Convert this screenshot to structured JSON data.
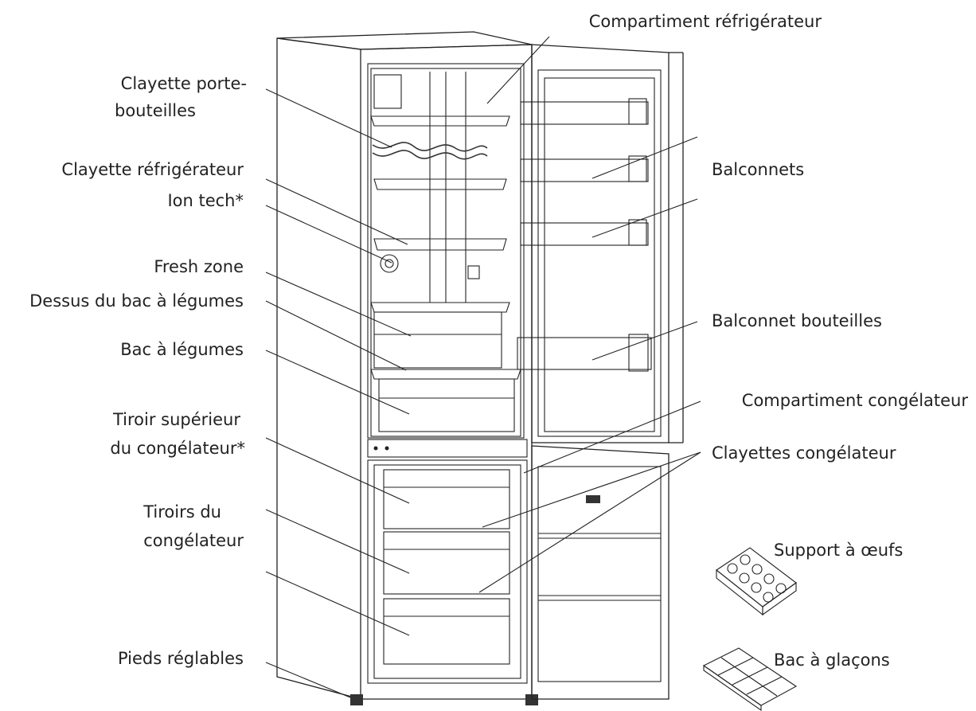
{
  "labels": {
    "compartiment_refrigerateur": "Compartiment réfrigérateur",
    "clayette_porte_bouteilles_1": "Clayette porte-",
    "clayette_porte_bouteilles_2": "bouteilles",
    "clayette_refrigerateur": "Clayette réfrigérateur",
    "ion_tech": "Ion tech*",
    "fresh_zone": "Fresh zone",
    "dessus_bac_legumes": "Dessus du bac à légumes",
    "bac_legumes": "Bac à légumes",
    "tiroir_superieur_1": "Tiroir supérieur",
    "tiroir_superieur_2": "du congélateur*",
    "tiroirs_congelateur_1": "Tiroirs du",
    "tiroirs_congelateur_2": "congélateur",
    "pieds_reglables": "Pieds réglables",
    "balconnets": "Balconnets",
    "balconnet_bouteilles": "Balconnet bouteilles",
    "compartiment_congelateur": "Compartiment congélateur",
    "clayettes_congelateur": "Clayettes congélateur",
    "support_oeufs": "Support à œufs",
    "bac_glacons": "Bac à glaçons"
  }
}
